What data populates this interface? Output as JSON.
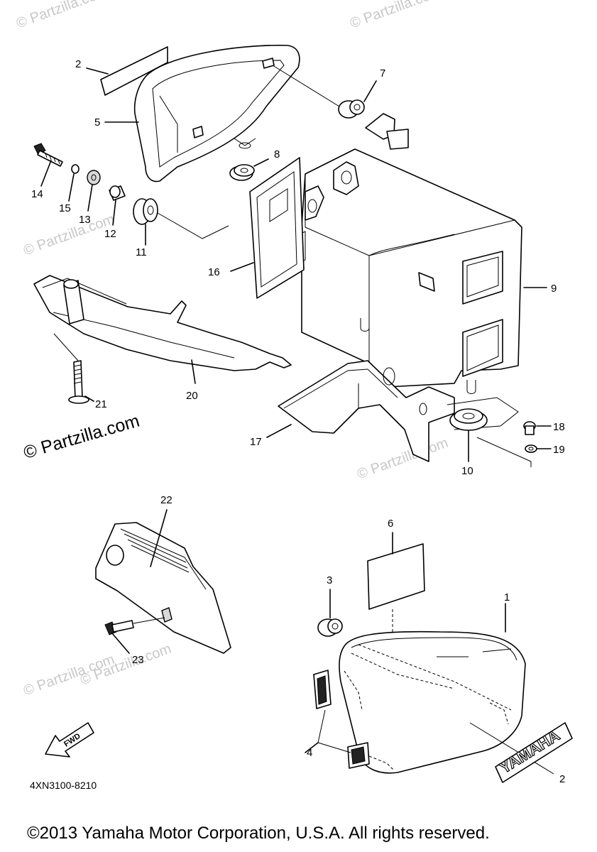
{
  "watermark": "© Partzilla.com",
  "watermark_main": "© Partzilla.com",
  "diagram_code": "4XN3100-8210",
  "fwd_label": "FWD",
  "yamaha_label": "YAMAHA",
  "copyright": "©2013  Yamaha Motor Corporation, U.S.A. All rights reserved.",
  "callouts": {
    "c1": "1",
    "c2a": "2",
    "c2b": "2",
    "c3": "3",
    "c4": "4",
    "c5": "5",
    "c6": "6",
    "c7": "7",
    "c8": "8",
    "c9": "9",
    "c10": "10",
    "c11": "11",
    "c12": "12",
    "c13": "13",
    "c14": "14",
    "c15": "15",
    "c16": "16",
    "c17": "17",
    "c18": "18",
    "c19": "19",
    "c20": "20",
    "c21": "21",
    "c22": "22",
    "c23": "23"
  }
}
